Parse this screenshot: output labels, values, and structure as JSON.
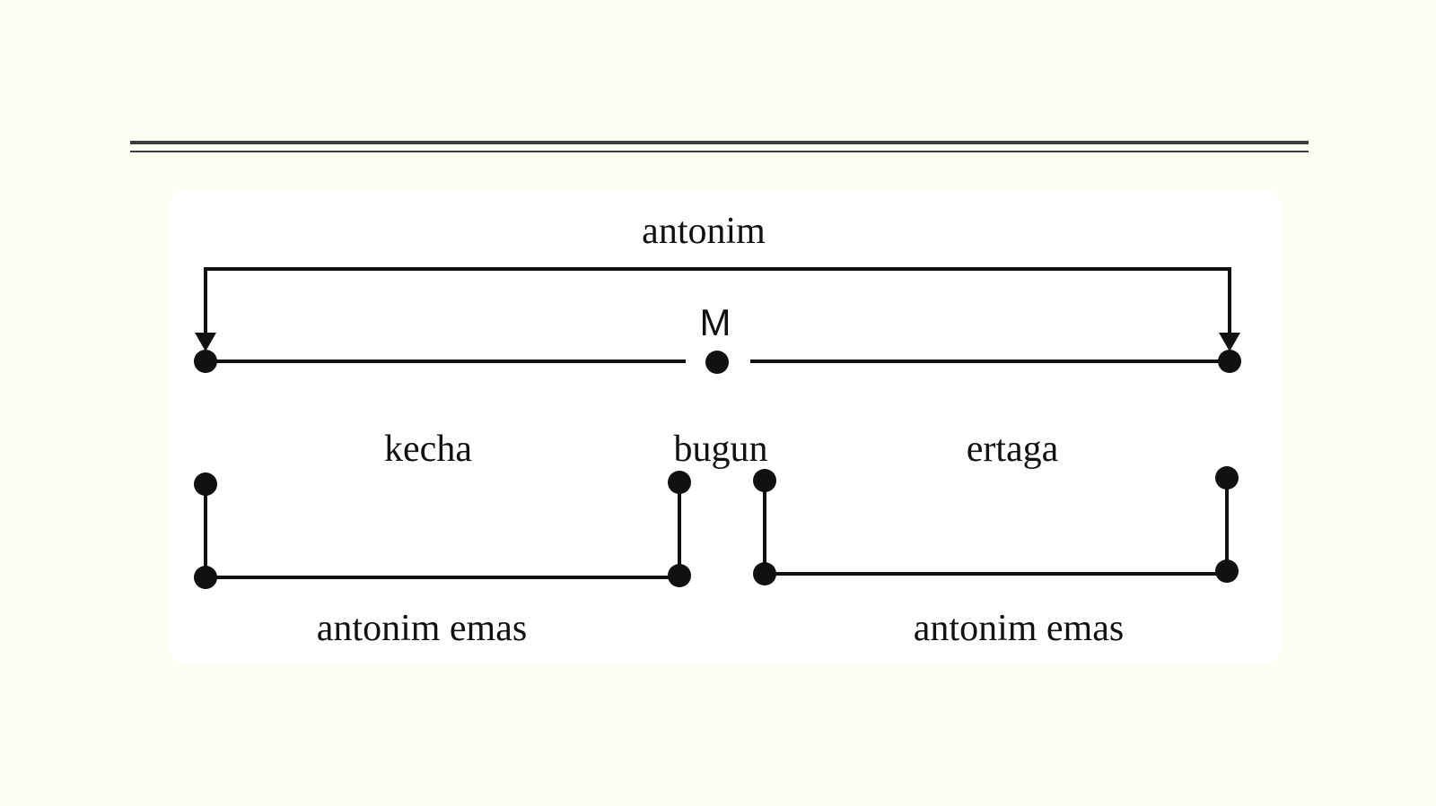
{
  "diagram": {
    "top_label": "antonim",
    "midpoint_label": "M",
    "words": {
      "left": "kecha",
      "middle": "bugun",
      "right": "ertaga"
    },
    "bottom_labels": {
      "left": "antonim emas",
      "right": "antonim emas"
    },
    "colors": {
      "background": "#fdfdf1",
      "panel": "#ffffff",
      "rule": "#3e3e3e",
      "ink": "#111111"
    }
  }
}
